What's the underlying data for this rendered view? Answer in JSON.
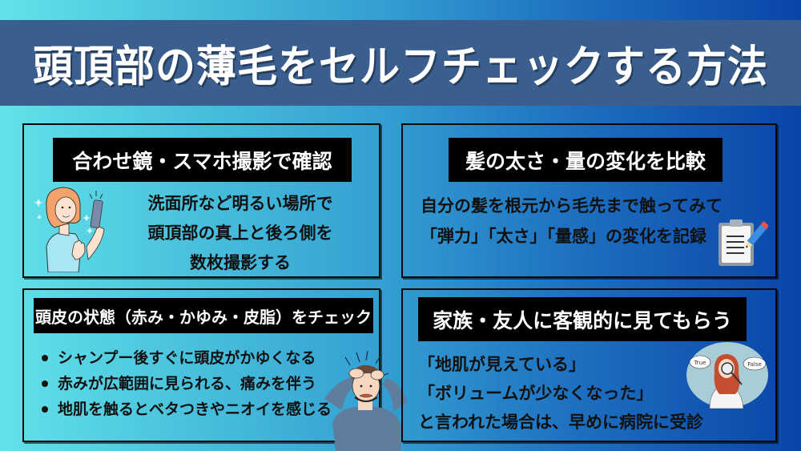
{
  "header": {
    "title": "頭頂部の薄毛をセルフチェックする方法"
  },
  "colors": {
    "background_left": "#62e2e8",
    "background_right": "#0945a8",
    "header_band": "#3a5e8e",
    "card_title_bg": "#000000",
    "card_title_text": "#ffffff",
    "body_text": "#111111"
  },
  "cards": [
    {
      "title": "合わせ鏡・スマホ撮影で確認",
      "lines": [
        "洗面所など明るい場所で",
        "頭頂部の真上と後ろ側を",
        "数枚撮影する"
      ],
      "icon": "woman-taking-selfie-icon"
    },
    {
      "title": "髪の太さ・量の変化を比較",
      "lines": [
        "自分の髪を根元から毛先まで触ってみて",
        "「弾力」「太さ」「量感」の変化を記録"
      ],
      "icon": "clipboard-pencil-icon"
    },
    {
      "title": "頭皮の状態（赤み・かゆみ・皮脂）をチェック",
      "bullets": [
        "シャンプー後すぐに頭皮がかゆくなる",
        "赤みが広範囲に見られる、痛みを伴う",
        "地肌を触るとベタつきやニオイを感じる"
      ],
      "icon": "man-scratching-head-icon"
    },
    {
      "title": "家族・友人に客観的に見てもらう",
      "lines": [
        "「地肌が見えている」",
        "「ボリュームが少なくなった」",
        "と言われた場合は、早めに病院に受診"
      ],
      "icon": "woman-magnifier-true-false-icon",
      "icon_labels": {
        "left": "True",
        "right": "False"
      }
    }
  ]
}
